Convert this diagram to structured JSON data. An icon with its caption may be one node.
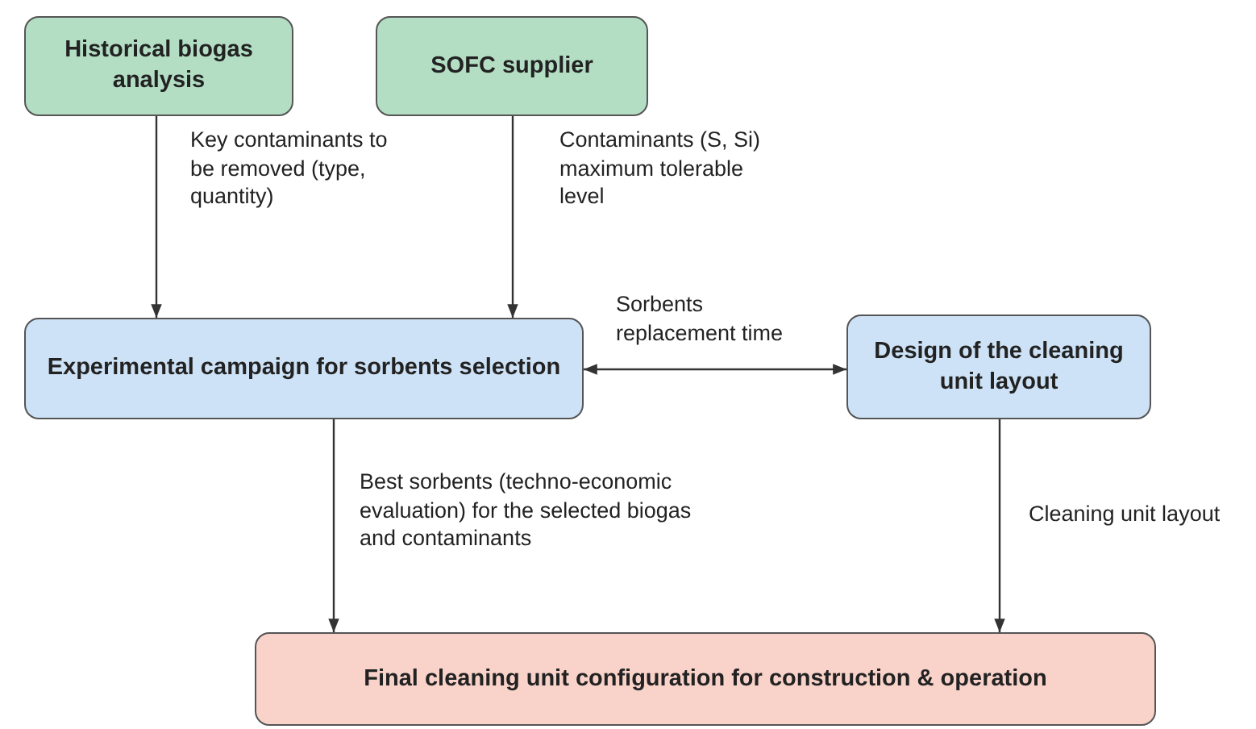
{
  "diagram": {
    "nodes": [
      {
        "text": [
          "Historical biogas analysis"
        ]
      },
      {
        "text": [
          "SOFC supplier"
        ]
      },
      {
        "text": [
          "Experimental campaign for sorbents selection"
        ]
      },
      {
        "text": [
          "Design of the cleaning unit layout"
        ]
      },
      {
        "text": [
          "Final cleaning unit configuration for construction & operation"
        ]
      }
    ],
    "edges": [
      {
        "from": 0,
        "to": 2,
        "arrow": "to",
        "label": "Key contaminants to be removed (type, quantity)"
      },
      {
        "from": 1,
        "to": 2,
        "arrow": "to",
        "label": "Contaminants (S, Si) maximum tolerable level"
      },
      {
        "from": 2,
        "to": 3,
        "arrow": "both",
        "label": "Sorbents replacement time"
      },
      {
        "from": 2,
        "to": 4,
        "arrow": "to",
        "label": "Best sorbents (techno-economic evaluation) for the selected biogas and contaminants"
      },
      {
        "from": 3,
        "to": 4,
        "arrow": "to",
        "label": "Cleaning unit layout"
      }
    ]
  }
}
